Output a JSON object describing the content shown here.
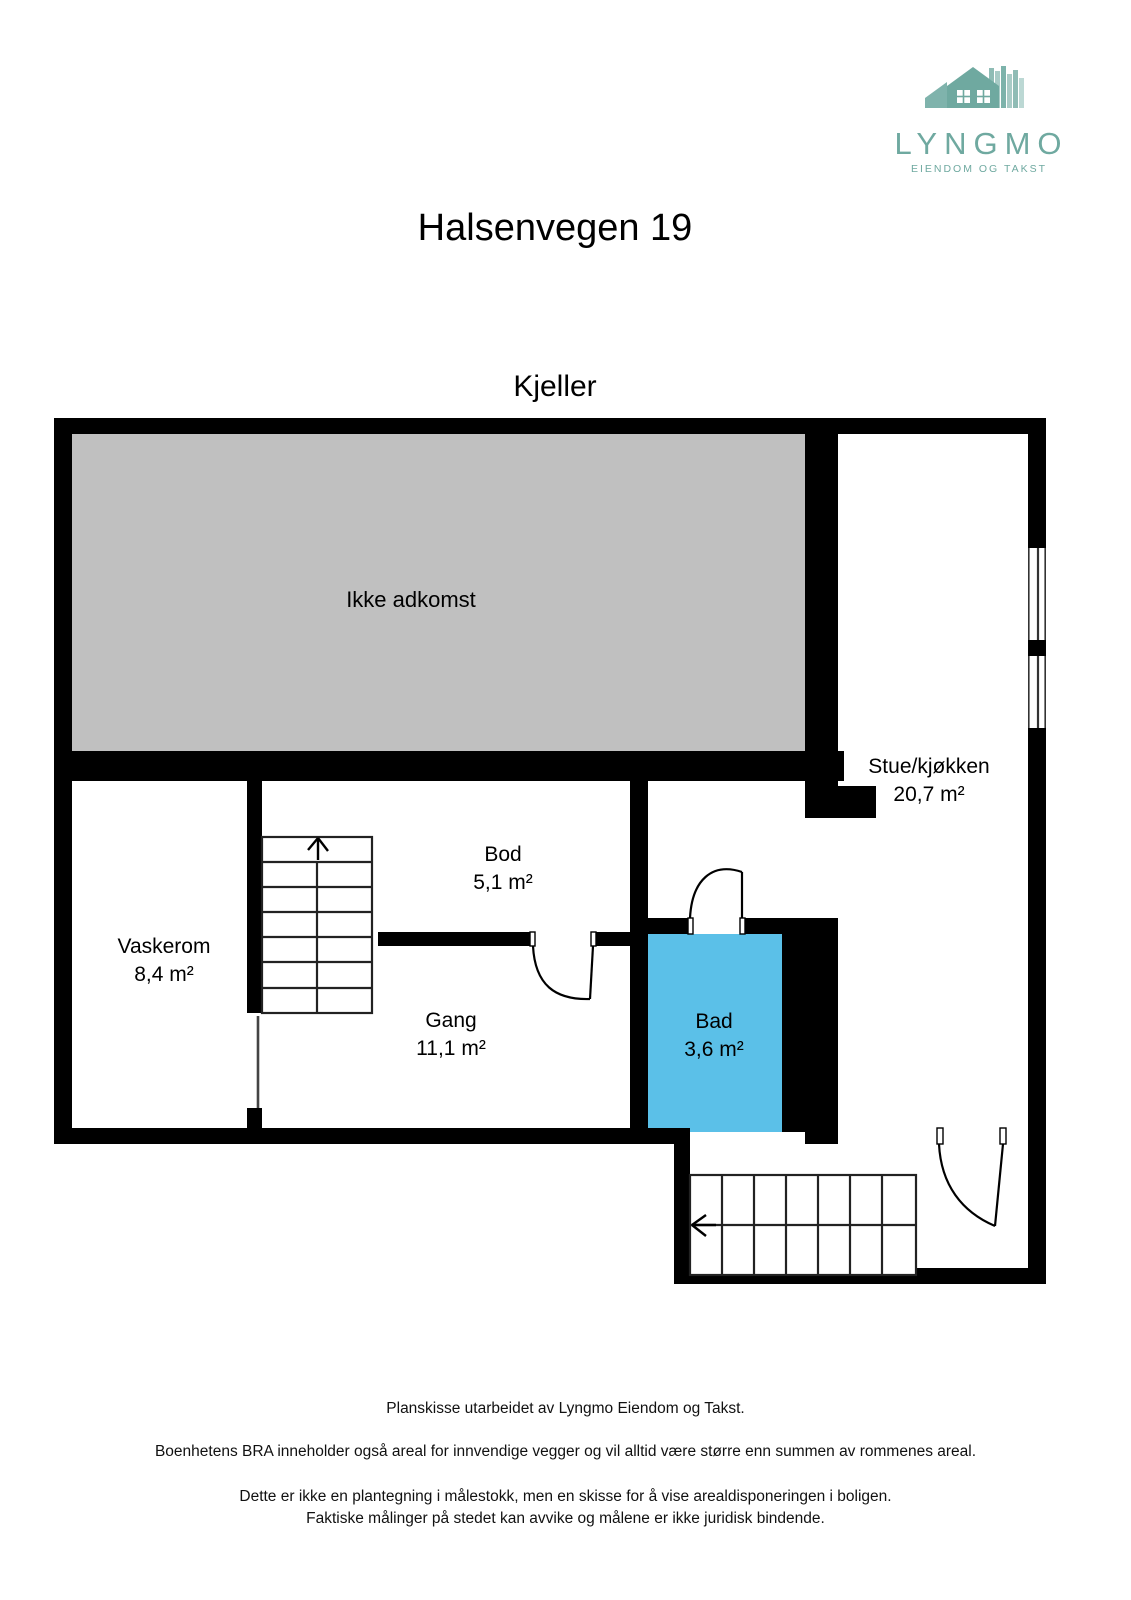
{
  "brand": {
    "wordmark": "LYNGMO",
    "tagline": "EIENDOM OG TAKST",
    "color": "#6fa9a0",
    "logo_icon": "house-icon"
  },
  "header": {
    "address_title": "Halsenvegen 19",
    "floor_title": "Kjeller"
  },
  "floorplan": {
    "wall_color": "#000000",
    "rooms": [
      {
        "id": "ikke-adkomst",
        "name": "Ikke adkomst",
        "area": "",
        "fill": "#c0c0c0"
      },
      {
        "id": "stue-kjokken",
        "name": "Stue/kjøkken",
        "area": "20,7 m²",
        "fill": "#ffffff"
      },
      {
        "id": "vaskerom",
        "name": "Vaskerom",
        "area": "8,4 m²",
        "fill": "#ffffff"
      },
      {
        "id": "bod",
        "name": "Bod",
        "area": "5,1 m²",
        "fill": "#808080"
      },
      {
        "id": "gang",
        "name": "Gang",
        "area": "11,1 m²",
        "fill": "#ffffff"
      },
      {
        "id": "bad",
        "name": "Bad",
        "area": "3,6 m²",
        "fill": "#5bc0e8"
      }
    ],
    "stairs": [
      {
        "id": "stair-up",
        "direction_icon": "arrow-up-icon",
        "steps": 7
      },
      {
        "id": "stair-down",
        "direction_icon": "arrow-left-icon",
        "steps": 7
      }
    ],
    "doors": [
      {
        "id": "door-bod"
      },
      {
        "id": "door-bad"
      },
      {
        "id": "door-entrance"
      }
    ],
    "windows": [
      {
        "id": "window-stue-upper"
      },
      {
        "id": "window-stue-lower"
      }
    ]
  },
  "footer": {
    "line1": "Planskisse utarbeidet av Lyngmo Eiendom og Takst.",
    "line2": "Boenhetens BRA inneholder også areal for innvendige vegger og vil alltid være større enn summen av rommenes areal.",
    "line3a": "Dette er ikke en plantegning i målestokk, men en skisse for å vise  arealdisponeringen i boligen.",
    "line3b": "Faktiske målinger på stedet kan avvike og målene er ikke juridisk bindende."
  }
}
